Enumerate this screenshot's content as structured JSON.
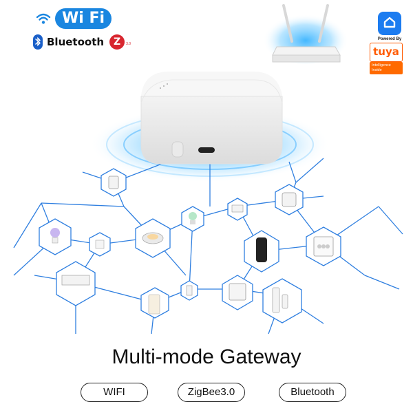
{
  "logos": {
    "wifi_label": "Wi Fi",
    "bluetooth_label": "Bluetooth",
    "zigbee_mark": "Z",
    "zigbee_version": "3.0"
  },
  "badge": {
    "powered_by": "Powered By",
    "brand": "tuya",
    "intelligence": "Intelligence",
    "inside": "Inside",
    "brand_color": "#ff5a00"
  },
  "headline": "Multi-mode Gateway",
  "protocols": [
    "WIFI",
    "ZigBee3.0",
    "Bluetooth"
  ],
  "colors": {
    "wifi_blue": "#1a86e0",
    "network_line": "#2f7fe0",
    "zigbee_red": "#d8262f"
  }
}
